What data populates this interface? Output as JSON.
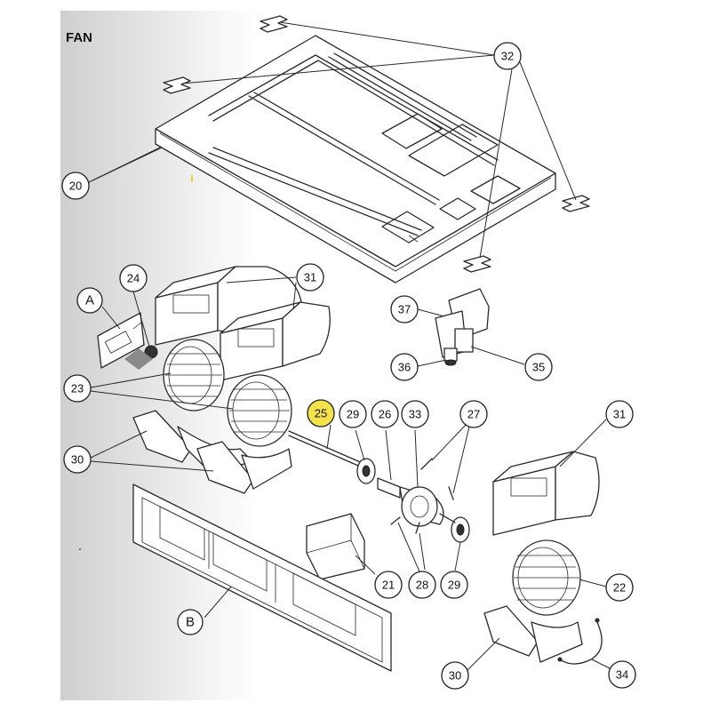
{
  "diagram": {
    "title": "FAN",
    "highlight_color": "#f4e24a",
    "background_gradient": [
      "#cfcfcf",
      "#ffffff"
    ],
    "callouts": [
      {
        "id": "c20",
        "label": "20"
      },
      {
        "id": "c32",
        "label": "32"
      },
      {
        "id": "c24",
        "label": "24"
      },
      {
        "id": "c31a",
        "label": "31"
      },
      {
        "id": "cA",
        "label": "A"
      },
      {
        "id": "c37",
        "label": "37"
      },
      {
        "id": "c36",
        "label": "36"
      },
      {
        "id": "c35",
        "label": "35"
      },
      {
        "id": "c23",
        "label": "23"
      },
      {
        "id": "c25",
        "label": "25",
        "highlighted": true
      },
      {
        "id": "c29a",
        "label": "29"
      },
      {
        "id": "c26",
        "label": "26"
      },
      {
        "id": "c33",
        "label": "33"
      },
      {
        "id": "c27",
        "label": "27"
      },
      {
        "id": "c31b",
        "label": "31"
      },
      {
        "id": "c30a",
        "label": "30"
      },
      {
        "id": "c21",
        "label": "21"
      },
      {
        "id": "c28",
        "label": "28"
      },
      {
        "id": "c29b",
        "label": "29"
      },
      {
        "id": "c22",
        "label": "22"
      },
      {
        "id": "cB",
        "label": "B"
      },
      {
        "id": "c30b",
        "label": "30"
      },
      {
        "id": "c34",
        "label": "34"
      }
    ]
  }
}
